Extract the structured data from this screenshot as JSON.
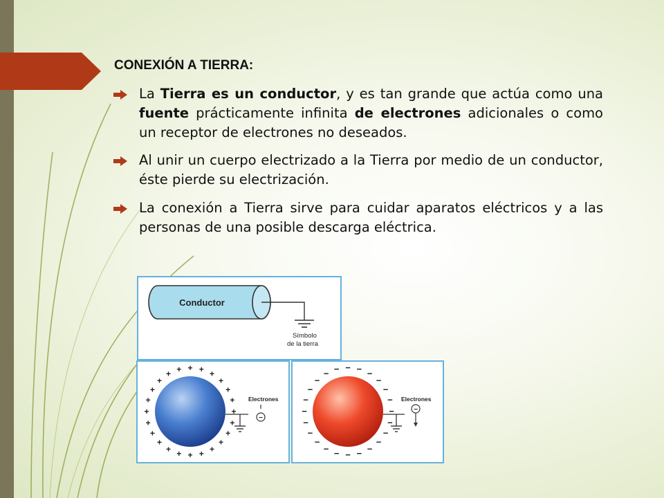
{
  "slide": {
    "title": "CONEXIÓN A TIERRA:",
    "bullets": [
      {
        "parts": [
          {
            "text": "La ",
            "bold": false
          },
          {
            "text": "Tierra es un conductor",
            "bold": true
          },
          {
            "text": ", y es tan grande que actúa como una ",
            "bold": false
          },
          {
            "text": "fuente",
            "bold": true
          },
          {
            "text": " prácticamente infinita ",
            "bold": false
          },
          {
            "text": "de electrones",
            "bold": true
          },
          {
            "text": " adicionales o como un receptor de electrones no deseados.",
            "bold": false
          }
        ]
      },
      {
        "parts": [
          {
            "text": "Al unir un cuerpo electrizado a la Tierra por medio de un conductor, éste pierde su electrización.",
            "bold": false
          }
        ]
      },
      {
        "parts": [
          {
            "text": "La conexión a Tierra sirve para cuidar aparatos eléctricos y a las personas de una posible descarga eléctrica.",
            "bold": false
          }
        ]
      }
    ]
  },
  "diagrams": {
    "conductor": {
      "label": "Conductor",
      "ground_label_line1": "Símbolo",
      "ground_label_line2": "de la tierra"
    },
    "positive_sphere": {
      "electrons_label": "Electrones",
      "charge_sign": "+",
      "electron_sign": "−"
    },
    "negative_sphere": {
      "electrons_label": "Electrones",
      "charge_sign": "−",
      "electron_sign": "−"
    }
  },
  "colors": {
    "accent_red": "#b03a18",
    "sidebar": "#7b7559",
    "bullet_arrow": "#b03a18",
    "conductor_fill": "#a9dcec",
    "frame_border": "#66b0e0",
    "blue_sphere": "#3a6fc4",
    "red_sphere": "#e8432a"
  }
}
